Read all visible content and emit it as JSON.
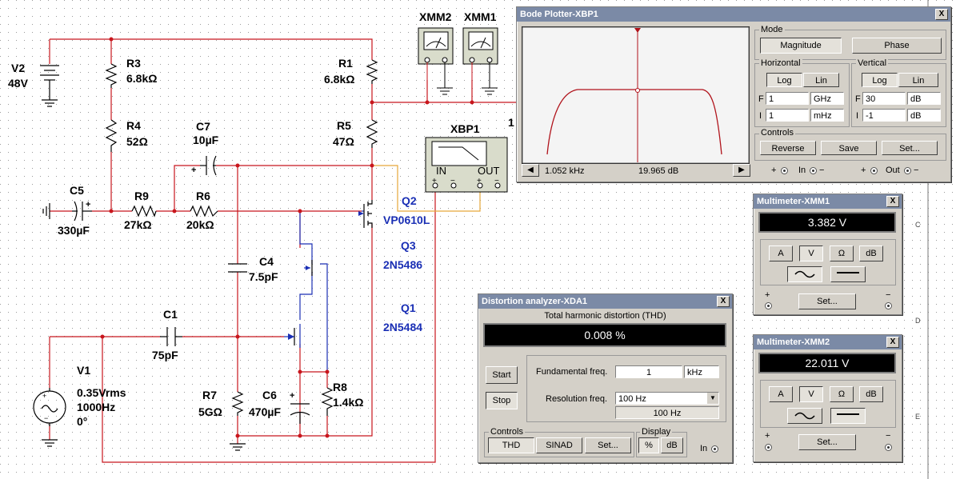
{
  "schematic": {
    "labels": {
      "v2_name": "V2",
      "v2_value": "48V",
      "r3_name": "R3",
      "r3_value": "6.8kΩ",
      "r4_name": "R4",
      "r4_value": "52Ω",
      "r1_name": "R1",
      "r1_value": "6.8kΩ",
      "r5_name": "R5",
      "r5_value": "47Ω",
      "c7_name": "C7",
      "c7_value": "10µF",
      "c5_name": "C5",
      "c5_value": "330µF",
      "r9_name": "R9",
      "r9_value": "27kΩ",
      "r6_name": "R6",
      "r6_value": "20kΩ",
      "c4_name": "C4",
      "c4_value": "7.5pF",
      "c1_name": "C1",
      "c1_value": "75pF",
      "v1_name": "V1",
      "v1_amp": "0.35Vrms",
      "v1_freq": "1000Hz",
      "v1_phase": "0°",
      "r7_name": "R7",
      "r7_value": "5GΩ",
      "c6_name": "C6",
      "c6_value": "470µF",
      "r8_name": "R8",
      "r8_value": "1.4kΩ",
      "q2_name": "Q2",
      "q2_model": "VP0610L",
      "q3_name": "Q3",
      "q3_model": "2N5486",
      "q1_name": "Q1",
      "q1_model": "2N5484",
      "xmm2": "XMM2",
      "xmm1": "XMM1",
      "xbp1": "XBP1",
      "xbp_in": "IN",
      "xbp_out": "OUT",
      "node_1": "1",
      "border_c": "C",
      "border_d": "D",
      "border_e": "E"
    },
    "colors": {
      "wire": "#c8161d",
      "jumper": "#e7a83a",
      "component": "#000000",
      "model_text": "#1a2fb5"
    }
  },
  "bode": {
    "title": "Bode Plotter-XBP1",
    "close": "X",
    "mode_label": "Mode",
    "magnitude_btn": "Magnitude",
    "phase_btn": "Phase",
    "horizontal_label": "Horizontal",
    "vertical_label": "Vertical",
    "h_log": "Log",
    "h_lin": "Lin",
    "v_log": "Log",
    "v_lin": "Lin",
    "f_label": "F",
    "i_label": "I",
    "h_f_value": "1",
    "h_f_unit": "GHz",
    "h_i_value": "1",
    "h_i_unit": "mHz",
    "v_f_value": "30",
    "v_f_unit": "dB",
    "v_i_value": "-1",
    "v_i_unit": "dB",
    "controls_label": "Controls",
    "reverse_btn": "Reverse",
    "save_btn": "Save",
    "set_btn": "Set...",
    "cursor_freq": "1.052 kHz",
    "cursor_db": "19.965 dB",
    "in_label": "In",
    "out_label": "Out",
    "plus": "+",
    "minus": "−",
    "left_arrow": "◀",
    "right_arrow": "▶"
  },
  "xmm1": {
    "title": "Multimeter-XMM1",
    "close": "X",
    "reading": "3.382 V",
    "btn_a": "A",
    "btn_v": "V",
    "btn_ohm": "Ω",
    "btn_db": "dB",
    "set_btn": "Set...",
    "plus": "+",
    "minus": "−"
  },
  "xmm2": {
    "title": "Multimeter-XMM2",
    "close": "X",
    "reading": "22.011 V",
    "btn_a": "A",
    "btn_v": "V",
    "btn_ohm": "Ω",
    "btn_db": "dB",
    "set_btn": "Set...",
    "plus": "+",
    "minus": "−"
  },
  "xda": {
    "title": "Distortion analyzer-XDA1",
    "close": "X",
    "thd_caption": "Total harmonic distortion (THD)",
    "reading": "0.008 %",
    "start_btn": "Start",
    "stop_btn": "Stop",
    "fund_label": "Fundamental freq.",
    "fund_value": "1",
    "fund_unit": "kHz",
    "res_label": "Resolution freq.",
    "res_value": "100 Hz",
    "res_readout": "100 Hz",
    "controls_label": "Controls",
    "display_label": "Display",
    "thd_btn": "THD",
    "sinad_btn": "SINAD",
    "set_btn": "Set...",
    "pct_btn": "%",
    "db_btn": "dB",
    "in_label": "In"
  }
}
